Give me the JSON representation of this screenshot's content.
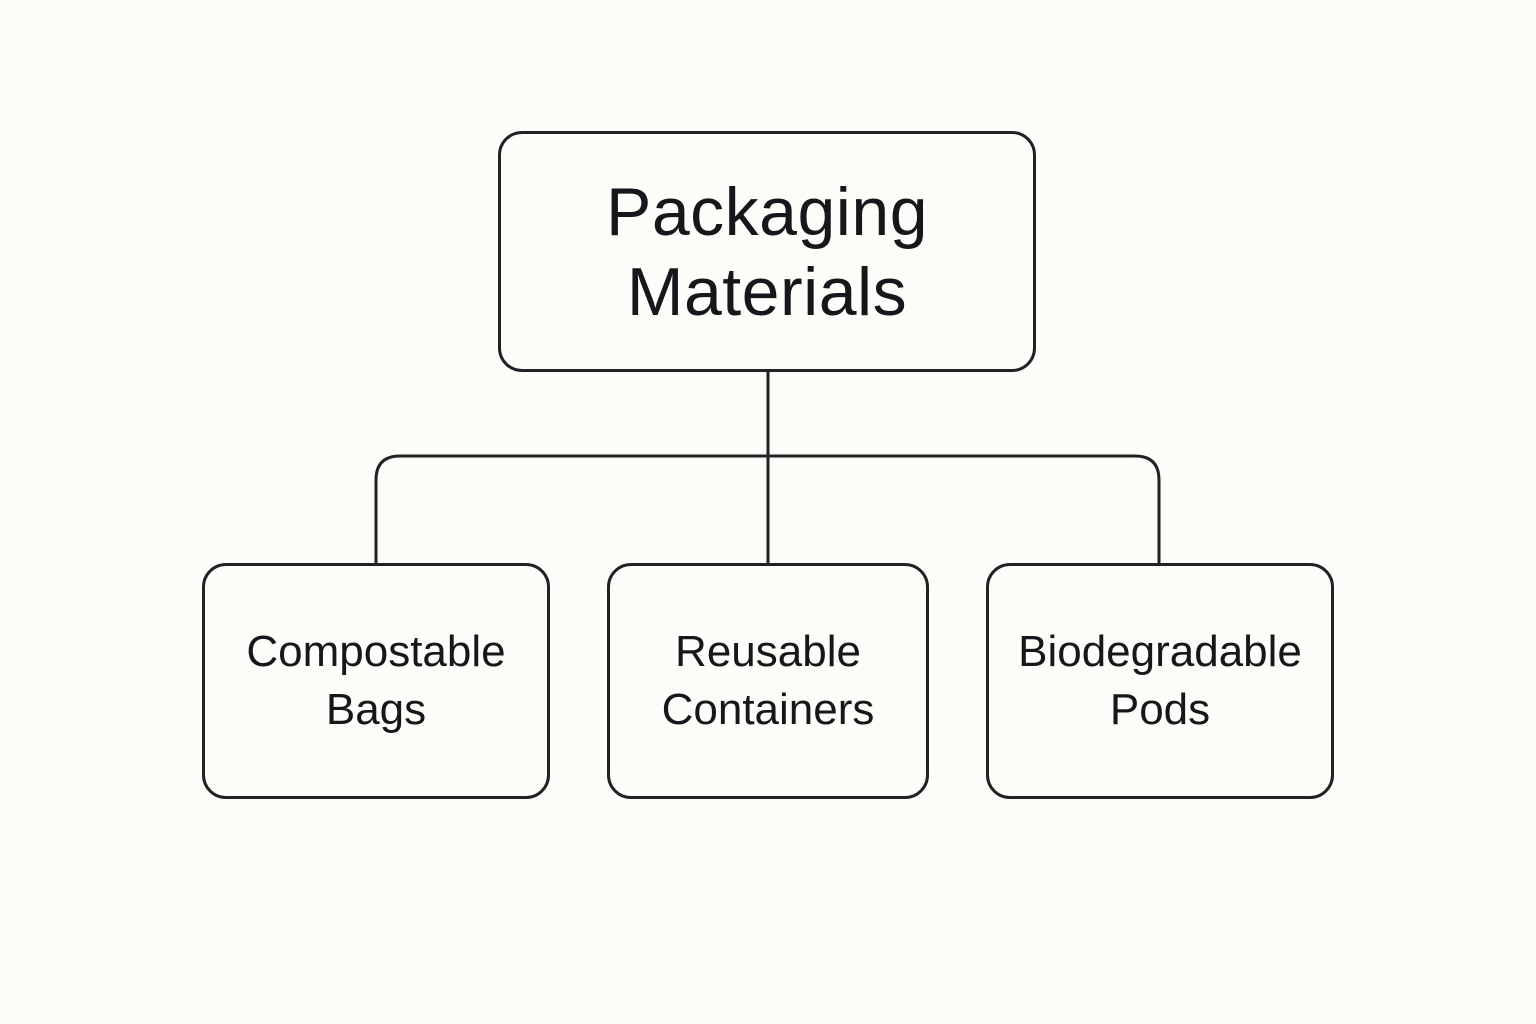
{
  "diagram": {
    "type": "hierarchy",
    "colors": {
      "background": "#fdfcf8",
      "stroke": "#202226",
      "text": "#15171a"
    },
    "root": {
      "lines": [
        "Packaging",
        "Materials"
      ]
    },
    "children": [
      {
        "lines": [
          "Compostable",
          "Bags"
        ]
      },
      {
        "lines": [
          "Reusable",
          "Containers"
        ]
      },
      {
        "lines": [
          "Biodegradable",
          "Pods"
        ]
      }
    ]
  }
}
